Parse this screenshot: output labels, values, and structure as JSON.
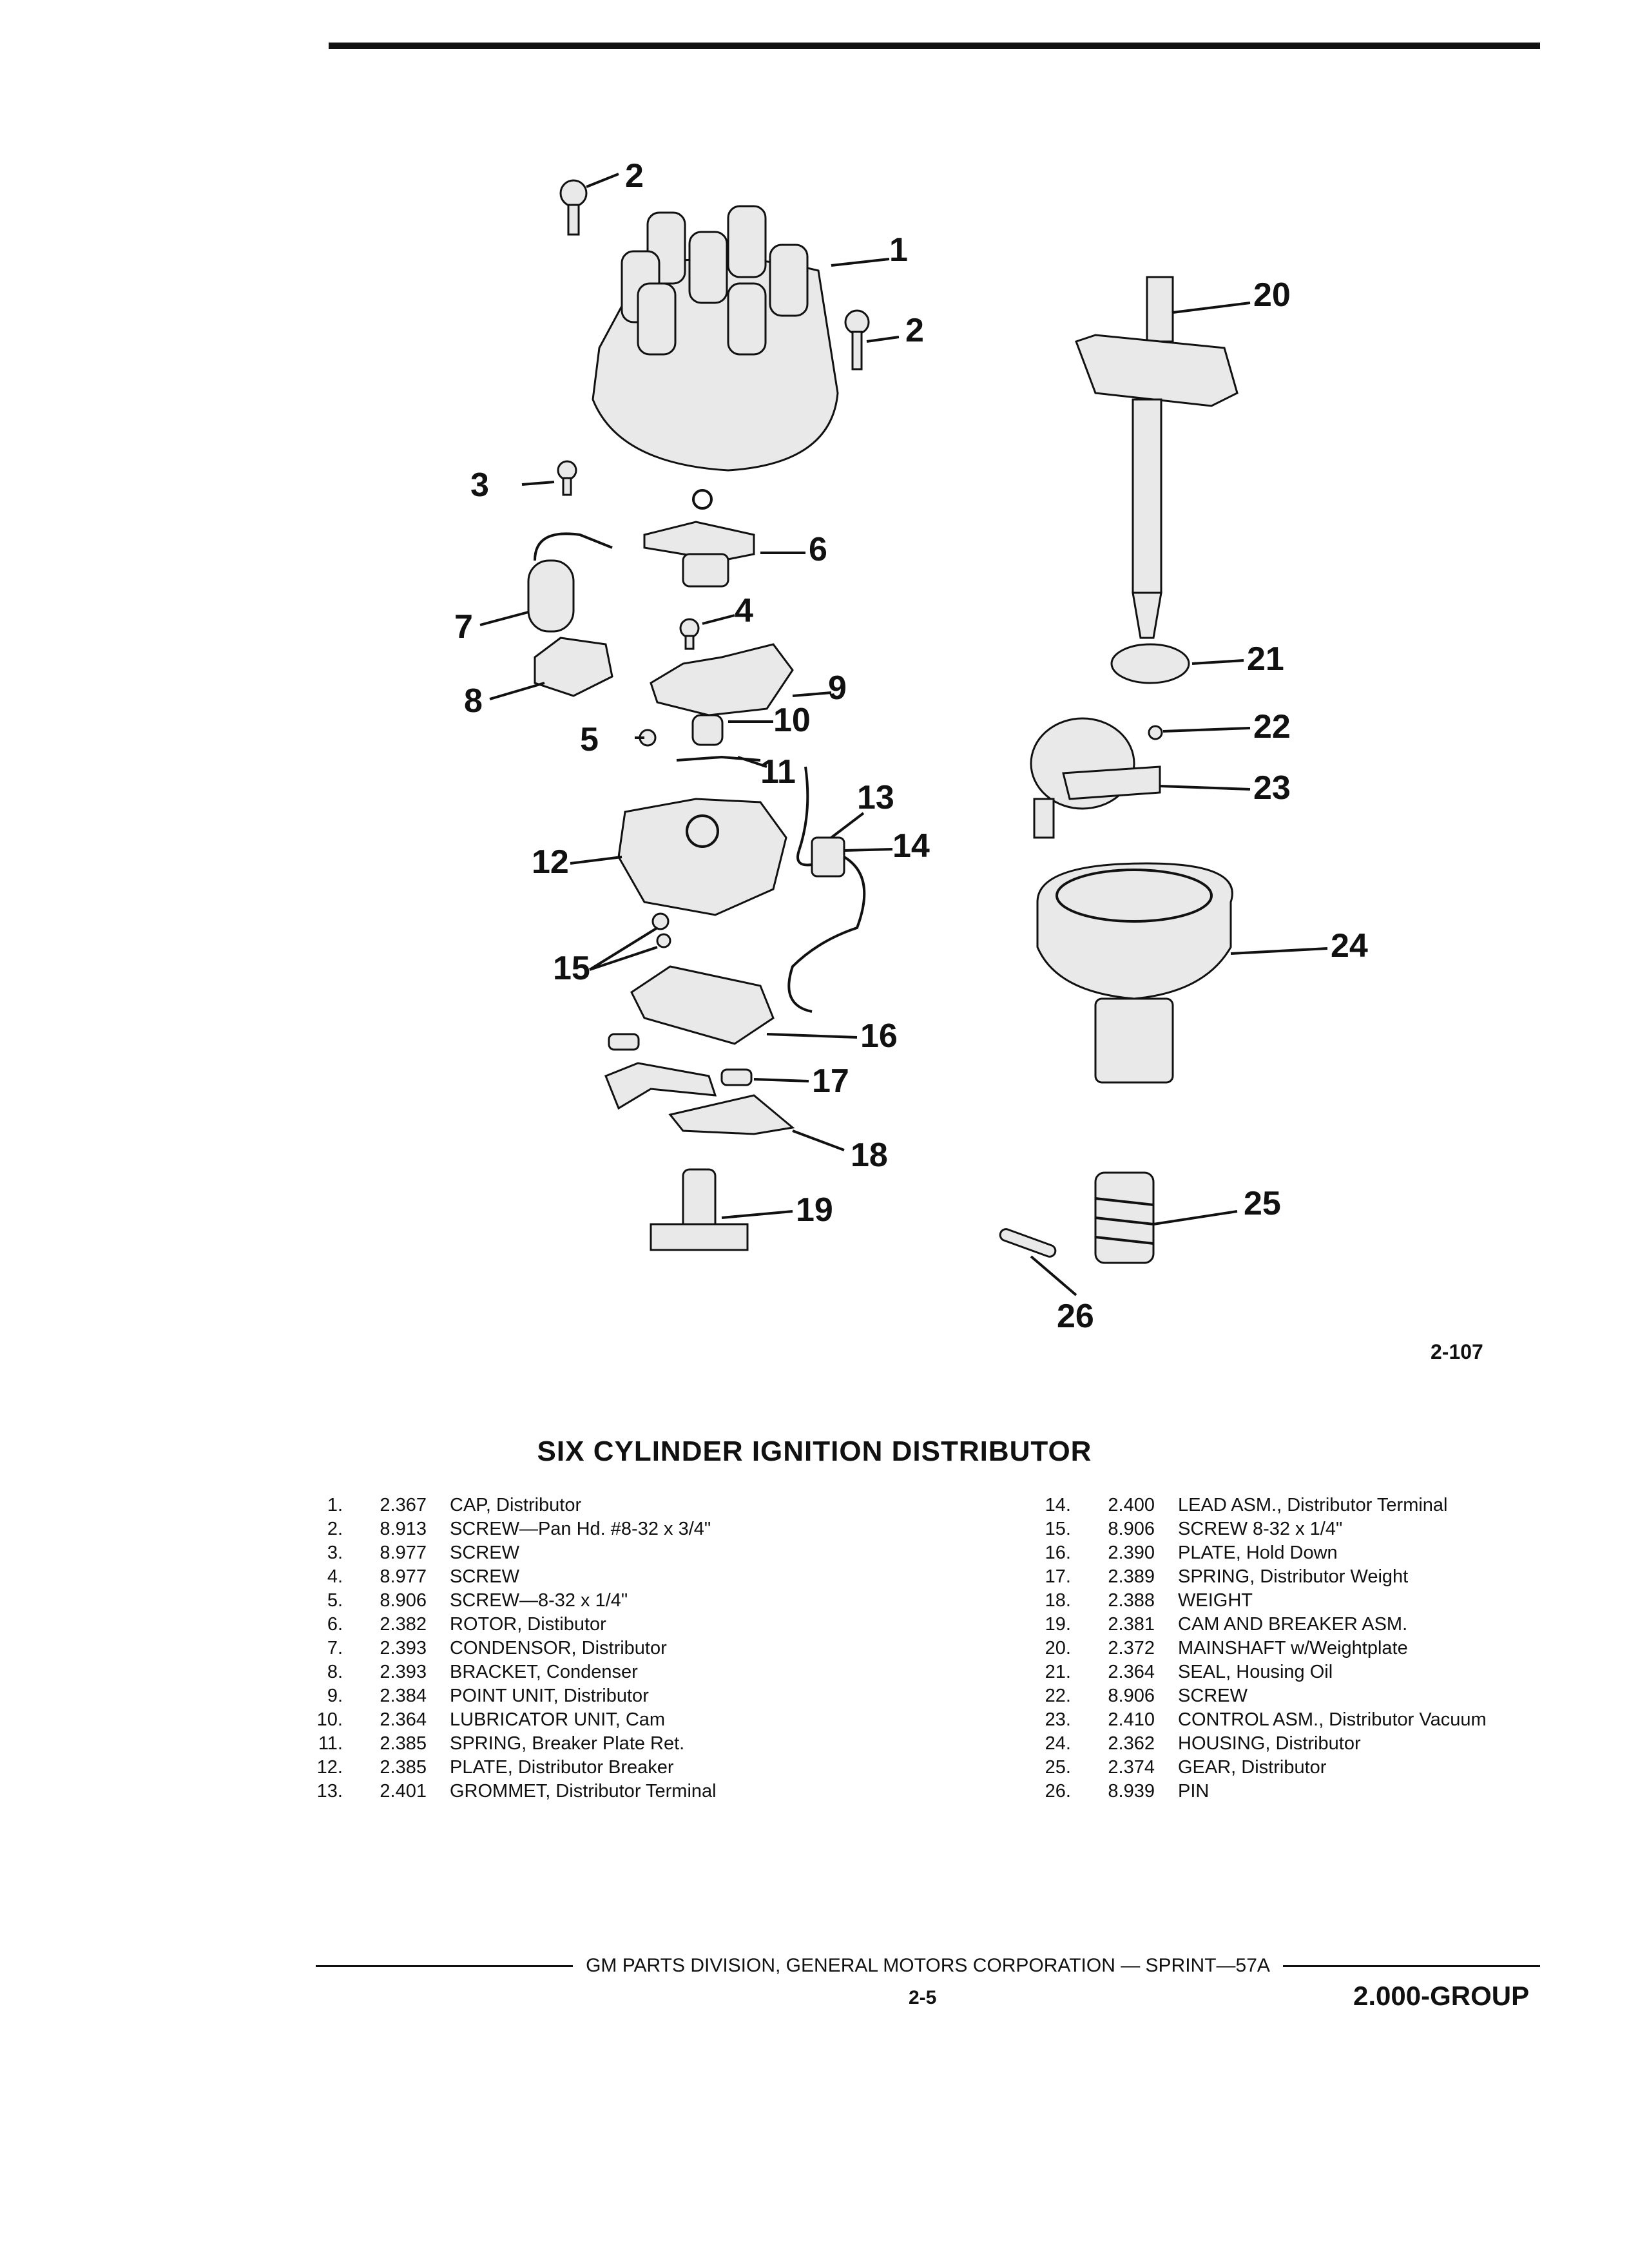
{
  "figure_number": "2-107",
  "title": "SIX CYLINDER IGNITION DISTRIBUTOR",
  "callouts": [
    "1",
    "2",
    "2",
    "3",
    "4",
    "5",
    "6",
    "7",
    "8",
    "9",
    "10",
    "11",
    "12",
    "13",
    "14",
    "15",
    "16",
    "17",
    "18",
    "19",
    "20",
    "21",
    "22",
    "23",
    "24",
    "25",
    "26"
  ],
  "parts_left": [
    {
      "num": "1.",
      "code": "2.367",
      "desc": "CAP, Distributor"
    },
    {
      "num": "2.",
      "code": "8.913",
      "desc": "SCREW—Pan Hd. #8-32 x 3/4\""
    },
    {
      "num": "3.",
      "code": "8.977",
      "desc": "SCREW"
    },
    {
      "num": "4.",
      "code": "8.977",
      "desc": "SCREW"
    },
    {
      "num": "5.",
      "code": "8.906",
      "desc": "SCREW—8-32 x 1/4\""
    },
    {
      "num": "6.",
      "code": "2.382",
      "desc": "ROTOR, Distibutor"
    },
    {
      "num": "7.",
      "code": "2.393",
      "desc": "CONDENSOR, Distributor"
    },
    {
      "num": "8.",
      "code": "2.393",
      "desc": "BRACKET, Condenser"
    },
    {
      "num": "9.",
      "code": "2.384",
      "desc": "POINT UNIT, Distributor"
    },
    {
      "num": "10.",
      "code": "2.364",
      "desc": "LUBRICATOR UNIT, Cam"
    },
    {
      "num": "11.",
      "code": "2.385",
      "desc": "SPRING, Breaker Plate Ret."
    },
    {
      "num": "12.",
      "code": "2.385",
      "desc": "PLATE, Distributor Breaker"
    },
    {
      "num": "13.",
      "code": "2.401",
      "desc": "GROMMET, Distributor Terminal"
    }
  ],
  "parts_right": [
    {
      "num": "14.",
      "code": "2.400",
      "desc": "LEAD ASM., Distributor Terminal"
    },
    {
      "num": "15.",
      "code": "8.906",
      "desc": "SCREW 8-32 x 1/4\""
    },
    {
      "num": "16.",
      "code": "2.390",
      "desc": "PLATE, Hold Down"
    },
    {
      "num": "17.",
      "code": "2.389",
      "desc": "SPRING, Distributor Weight"
    },
    {
      "num": "18.",
      "code": "2.388",
      "desc": "WEIGHT"
    },
    {
      "num": "19.",
      "code": "2.381",
      "desc": "CAM AND BREAKER ASM."
    },
    {
      "num": "20.",
      "code": "2.372",
      "desc": "MAINSHAFT w/Weightplate"
    },
    {
      "num": "21.",
      "code": "2.364",
      "desc": "SEAL, Housing Oil"
    },
    {
      "num": "22.",
      "code": "8.906",
      "desc": "SCREW"
    },
    {
      "num": "23.",
      "code": "2.410",
      "desc": "CONTROL ASM., Distributor Vacuum"
    },
    {
      "num": "24.",
      "code": "2.362",
      "desc": "HOUSING, Distributor"
    },
    {
      "num": "25.",
      "code": "2.374",
      "desc": "GEAR, Distributor"
    },
    {
      "num": "26.",
      "code": "8.939",
      "desc": "PIN"
    }
  ],
  "footer": {
    "text": "GM PARTS DIVISION, GENERAL MOTORS CORPORATION — SPRINT—57A",
    "page": "2-5",
    "group": "2.000-GROUP"
  }
}
